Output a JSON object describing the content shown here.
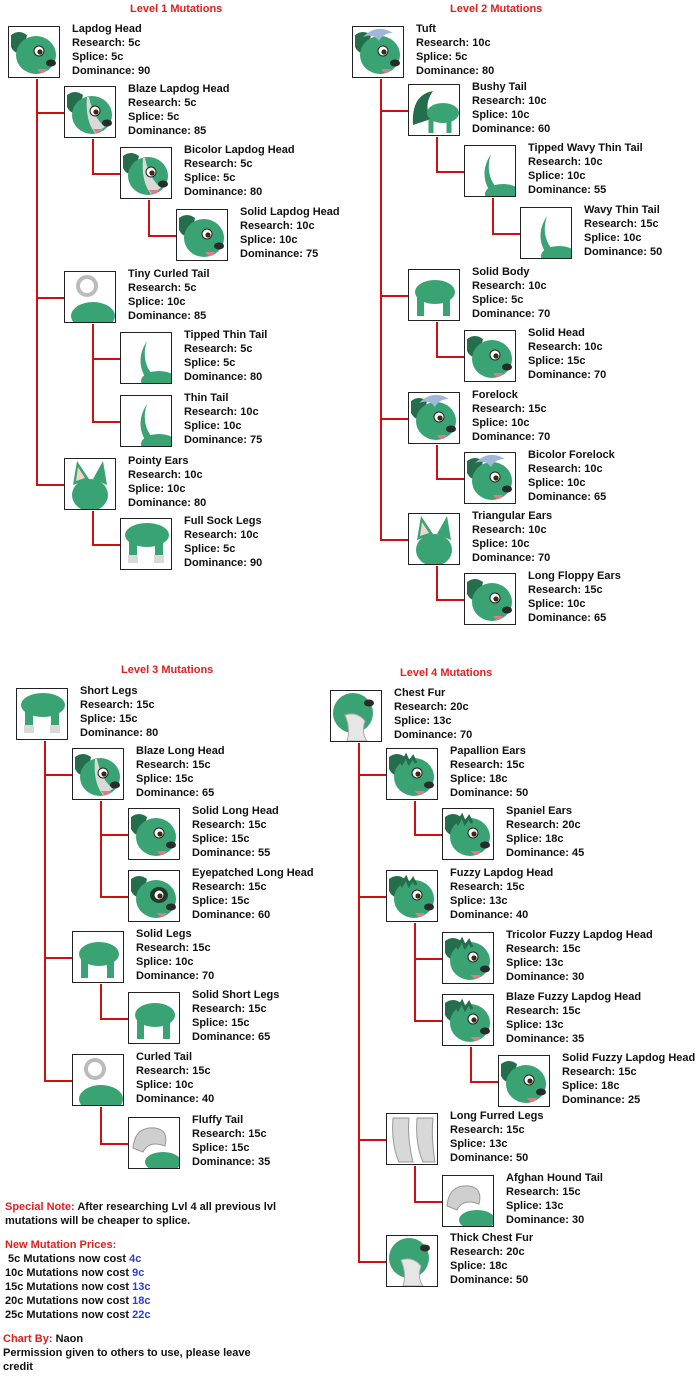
{
  "levels": [
    {
      "title": "Level 1 Mutations",
      "nodes": [
        {
          "name": "Lapdog Head",
          "research": "5c",
          "splice": "5c",
          "dominance": "90",
          "art": "head",
          "depth": 0,
          "parent": null
        },
        {
          "name": "Blaze Lapdog Head",
          "research": "5c",
          "splice": "5c",
          "dominance": "85",
          "art": "head-blaze",
          "depth": 1,
          "parent": 0
        },
        {
          "name": "Bicolor Lapdog Head",
          "research": "5c",
          "splice": "5c",
          "dominance": "80",
          "art": "head-blaze",
          "depth": 2,
          "parent": 1
        },
        {
          "name": "Solid Lapdog Head",
          "research": "10c",
          "splice": "10c",
          "dominance": "75",
          "art": "head",
          "depth": 3,
          "parent": 2
        },
        {
          "name": "Tiny Curled Tail",
          "research": "5c",
          "splice": "10c",
          "dominance": "85",
          "art": "tail-curl",
          "depth": 1,
          "parent": 0
        },
        {
          "name": "Tipped Thin Tail",
          "research": "5c",
          "splice": "5c",
          "dominance": "80",
          "art": "tail",
          "depth": 2,
          "parent": 4
        },
        {
          "name": "Thin Tail",
          "research": "10c",
          "splice": "10c",
          "dominance": "75",
          "art": "tail",
          "depth": 2,
          "parent": 4
        },
        {
          "name": "Pointy Ears",
          "research": "10c",
          "splice": "10c",
          "dominance": "80",
          "art": "ears",
          "depth": 1,
          "parent": 0
        },
        {
          "name": "Full Sock Legs",
          "research": "10c",
          "splice": "5c",
          "dominance": "90",
          "art": "legs",
          "depth": 2,
          "parent": 7
        }
      ]
    },
    {
      "title": "Level 2 Mutations",
      "nodes": [
        {
          "name": "Tuft",
          "research": "10c",
          "splice": "5c",
          "dominance": "80",
          "art": "head-tuft",
          "depth": 0,
          "parent": null
        },
        {
          "name": "Bushy Tail",
          "research": "10c",
          "splice": "10c",
          "dominance": "60",
          "art": "tail-bushy",
          "depth": 1,
          "parent": 0
        },
        {
          "name": "Tipped Wavy Thin Tail",
          "research": "10c",
          "splice": "10c",
          "dominance": "55",
          "art": "tail",
          "depth": 2,
          "parent": 1
        },
        {
          "name": "Wavy Thin Tail",
          "research": "15c",
          "splice": "10c",
          "dominance": "50",
          "art": "tail",
          "depth": 3,
          "parent": 2
        },
        {
          "name": "Solid Body",
          "research": "10c",
          "splice": "5c",
          "dominance": "70",
          "art": "body",
          "depth": 1,
          "parent": 0
        },
        {
          "name": "Solid Head",
          "research": "10c",
          "splice": "15c",
          "dominance": "70",
          "art": "head",
          "depth": 2,
          "parent": 4
        },
        {
          "name": "Forelock",
          "research": "15c",
          "splice": "10c",
          "dominance": "70",
          "art": "head-tuft",
          "depth": 1,
          "parent": 0
        },
        {
          "name": "Bicolor Forelock",
          "research": "10c",
          "splice": "10c",
          "dominance": "65",
          "art": "head-tuft",
          "depth": 2,
          "parent": 6
        },
        {
          "name": "Triangular Ears",
          "research": "10c",
          "splice": "10c",
          "dominance": "70",
          "art": "ears",
          "depth": 1,
          "parent": 0
        },
        {
          "name": "Long Floppy Ears",
          "research": "15c",
          "splice": "10c",
          "dominance": "65",
          "art": "head",
          "depth": 2,
          "parent": 8
        }
      ]
    },
    {
      "title": "Level 3 Mutations",
      "nodes": [
        {
          "name": "Short Legs",
          "research": "15c",
          "splice": "15c",
          "dominance": "80",
          "art": "legs",
          "depth": 0,
          "parent": null
        },
        {
          "name": "Blaze Long Head",
          "research": "15c",
          "splice": "15c",
          "dominance": "65",
          "art": "head-blaze",
          "depth": 1,
          "parent": 0
        },
        {
          "name": "Solid Long Head",
          "research": "15c",
          "splice": "15c",
          "dominance": "55",
          "art": "head",
          "depth": 2,
          "parent": 1
        },
        {
          "name": "Eyepatched Long Head",
          "research": "15c",
          "splice": "15c",
          "dominance": "60",
          "art": "head-patch",
          "depth": 2,
          "parent": 1
        },
        {
          "name": "Solid Legs",
          "research": "15c",
          "splice": "10c",
          "dominance": "70",
          "art": "body",
          "depth": 1,
          "parent": 0
        },
        {
          "name": "Solid Short Legs",
          "research": "15c",
          "splice": "15c",
          "dominance": "65",
          "art": "body",
          "depth": 2,
          "parent": 4
        },
        {
          "name": "Curled Tail",
          "research": "15c",
          "splice": "10c",
          "dominance": "40",
          "art": "tail-curl",
          "depth": 1,
          "parent": 0
        },
        {
          "name": "Fluffy Tail",
          "research": "15c",
          "splice": "15c",
          "dominance": "35",
          "art": "tail-fluffy",
          "depth": 2,
          "parent": 6
        }
      ]
    },
    {
      "title": "Level 4 Mutations",
      "nodes": [
        {
          "name": "Chest Fur",
          "research": "20c",
          "splice": "13c",
          "dominance": "70",
          "art": "chest",
          "depth": 0,
          "parent": null
        },
        {
          "name": "Papallion Ears",
          "research": "15c",
          "splice": "18c",
          "dominance": "50",
          "art": "head-fuzzy",
          "depth": 1,
          "parent": 0
        },
        {
          "name": "Spaniel Ears",
          "research": "20c",
          "splice": "18c",
          "dominance": "45",
          "art": "head-fuzzy",
          "depth": 2,
          "parent": 1
        },
        {
          "name": "Fuzzy Lapdog Head",
          "research": "15c",
          "splice": "13c",
          "dominance": "40",
          "art": "head-fuzzy",
          "depth": 1,
          "parent": 0
        },
        {
          "name": "Tricolor Fuzzy Lapdog Head",
          "research": "15c",
          "splice": "13c",
          "dominance": "30",
          "art": "head-fuzzy",
          "depth": 2,
          "parent": 3
        },
        {
          "name": "Blaze Fuzzy Lapdog Head",
          "research": "15c",
          "splice": "13c",
          "dominance": "35",
          "art": "head-fuzzy",
          "depth": 2,
          "parent": 3
        },
        {
          "name": "Solid Fuzzy Lapdog Head",
          "research": "15c",
          "splice": "18c",
          "dominance": "25",
          "art": "head",
          "depth": 3,
          "parent": 5
        },
        {
          "name": "Long Furred Legs",
          "research": "15c",
          "splice": "13c",
          "dominance": "50",
          "art": "legs-fur",
          "depth": 1,
          "parent": 0
        },
        {
          "name": "Afghan Hound Tail",
          "research": "15c",
          "splice": "13c",
          "dominance": "30",
          "art": "tail-fluffy",
          "depth": 2,
          "parent": 7
        },
        {
          "name": "Thick Chest Fur",
          "research": "20c",
          "splice": "18c",
          "dominance": "50",
          "art": "chest",
          "depth": 1,
          "parent": 0
        }
      ]
    }
  ],
  "labels": {
    "research": "Research:",
    "splice": "Splice:",
    "dominance": "Dominance:"
  },
  "special_note": {
    "label": "Special Note:",
    "text_line1": "After researching Lvl 4 all previous lvl",
    "text_line2": "mutations will be cheaper to splice."
  },
  "prices": {
    "title": "New Mutation Prices:",
    "rows": [
      {
        "text": " 5c Mutations now cost",
        "new": "4c"
      },
      {
        "text": "10c Mutations now cost",
        "new": "9c"
      },
      {
        "text": "15c Mutations now cost",
        "new": "13c"
      },
      {
        "text": "20c Mutations now cost",
        "new": "18c"
      },
      {
        "text": "25c Mutations now cost",
        "new": "22c"
      }
    ]
  },
  "credits": {
    "label": "Chart By:",
    "author": "Naon",
    "line1": "Permission given to others to use, please leave",
    "line2": "credit"
  },
  "colors": {
    "title_red": "#e02020",
    "connector_red": "#d01010",
    "price_blue": "#2a3fd0",
    "dog_green": "#3aa374",
    "dog_dark": "#256e4d",
    "dog_light": "#d9d9d9"
  }
}
